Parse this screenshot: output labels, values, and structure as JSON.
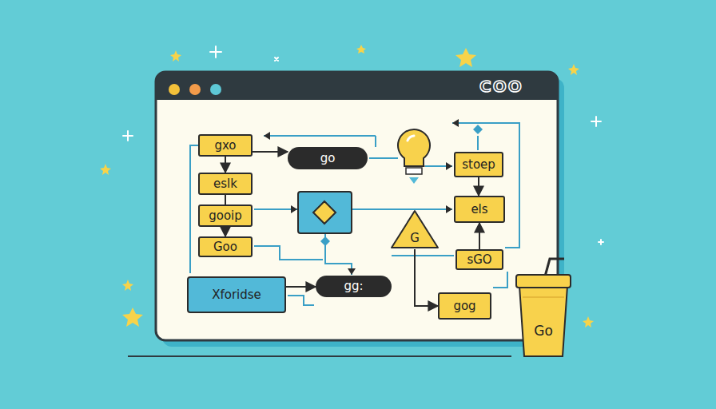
{
  "diagram": {
    "nodes": [
      {
        "text": [
          "gxo"
        ]
      },
      {
        "text": [
          "go"
        ]
      },
      {
        "text": [
          "stoep"
        ]
      },
      {
        "text": [
          "eslk"
        ]
      },
      {
        "text": [
          "els"
        ]
      },
      {
        "text": [
          "gooip"
        ]
      },
      {
        "text": [
          "G"
        ]
      },
      {
        "text": [
          "Goo"
        ]
      },
      {
        "text": [
          "sGO"
        ]
      },
      {
        "text": [
          "Go"
        ]
      },
      {
        "text": [
          "Xforidse"
        ]
      },
      {
        "text": [
          "gg:"
        ]
      },
      {
        "text": [
          "gog"
        ]
      }
    ],
    "edges": [
      {
        "from": 0,
        "to": 3,
        "arrow": "to"
      },
      {
        "from": 3,
        "to": 5,
        "arrow": "none"
      },
      {
        "from": 5,
        "to": 7,
        "arrow": "to"
      },
      {
        "from": 0,
        "to": 1,
        "arrow": "to"
      },
      {
        "from": 2,
        "to": 4,
        "arrow": "to"
      },
      {
        "from": 8,
        "to": 4,
        "arrow": "to"
      },
      {
        "from": 6,
        "to": 12,
        "arrow": "to"
      },
      {
        "from": 10,
        "to": 11,
        "arrow": "to"
      }
    ],
    "labels": [
      "COO"
    ]
  }
}
